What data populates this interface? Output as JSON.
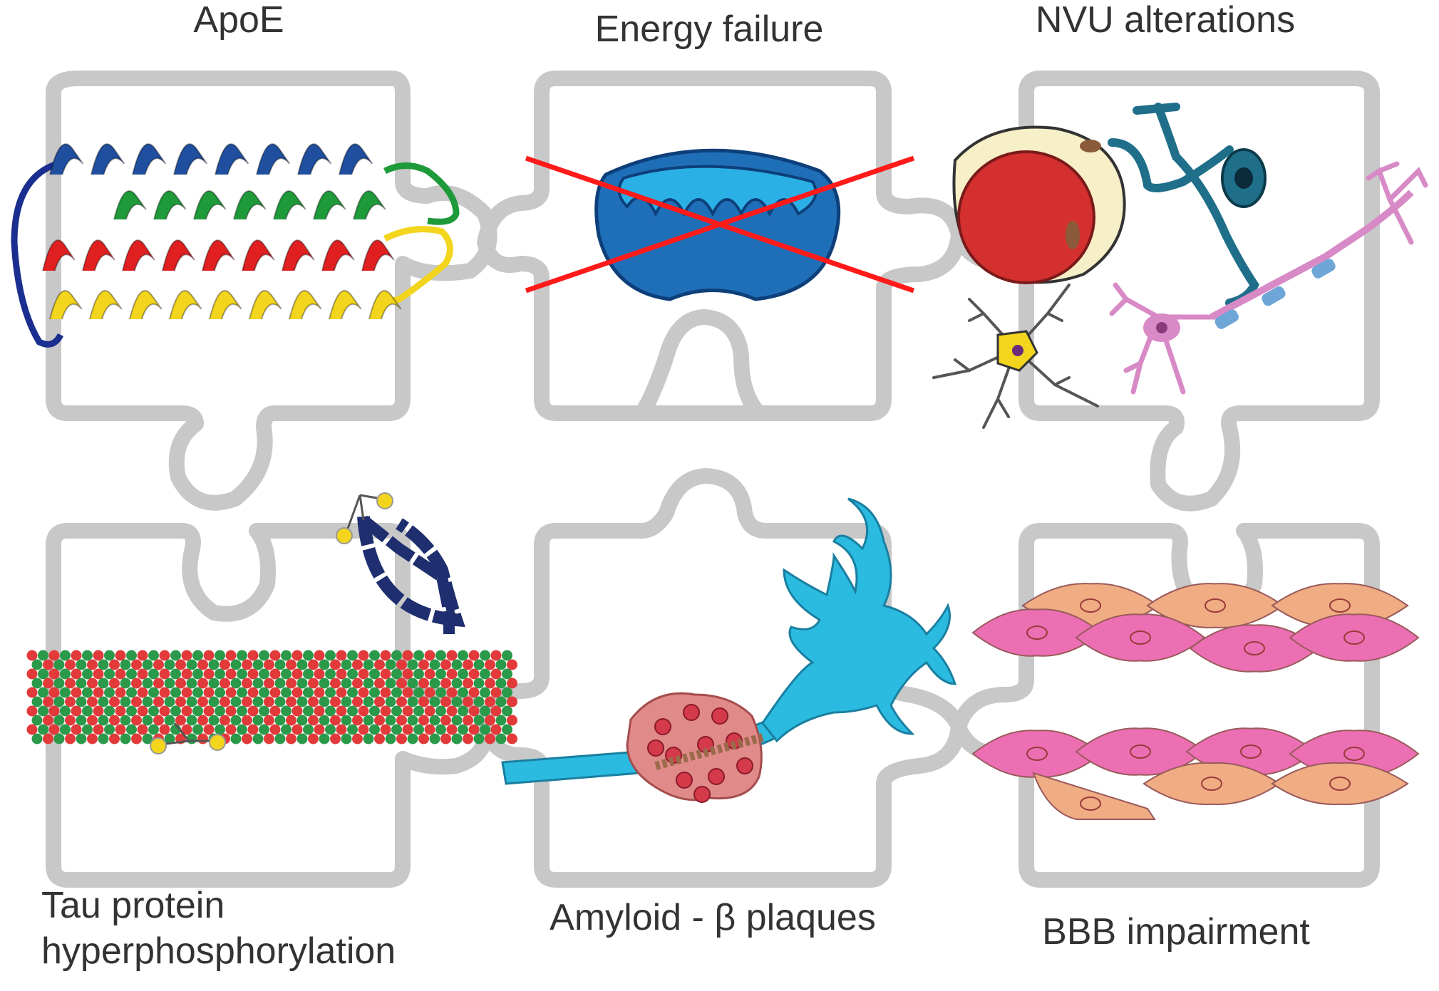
{
  "labels": {
    "apoe": "ApoE",
    "energy": "Energy failure",
    "nvu": "NVU alterations",
    "tau_line1": "Tau protein",
    "tau_line2": "hyperphosphorylation",
    "amyloid": "Amyloid - β plaques",
    "bbb": "BBB impairment"
  },
  "colors": {
    "puzzle_outline": "#c8c8c8",
    "label_text": "#333333",
    "apoe_helix_blue": "#1f4f9e",
    "apoe_helix_green": "#1e9a3a",
    "apoe_helix_red": "#e02020",
    "apoe_helix_yellow": "#f2d51c",
    "mitochondrion": "#1f6fb8",
    "cross_out": "#ff1a1a",
    "erythrocyte": "#d43030",
    "neuron_cyan": "#2bbbe0",
    "plaque": "#e08a8a",
    "endothelial_pink": "#ec6fb4",
    "pericyte_orange": "#f0ad84"
  }
}
